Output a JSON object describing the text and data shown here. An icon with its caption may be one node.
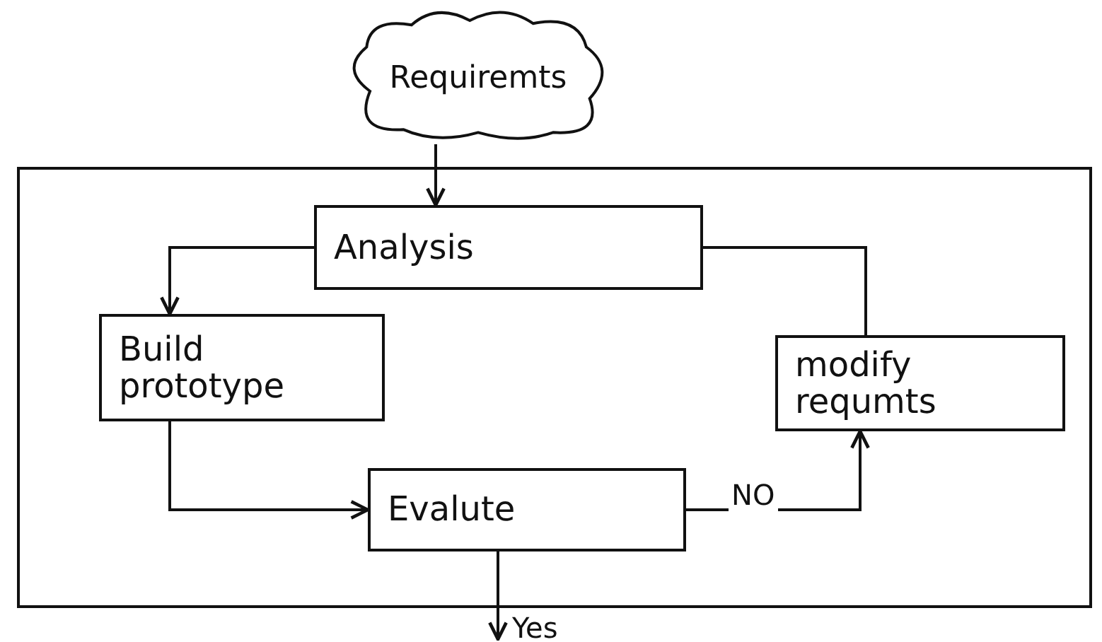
{
  "diagram": {
    "nodes": [
      {
        "text": [],
        "shape": "box"
      },
      {
        "text": [
          "Requiremts"
        ]
      },
      {
        "text": [
          "Analysis"
        ],
        "in": 0
      },
      {
        "text": [
          "Build prototype"
        ],
        "in": 0
      },
      {
        "text": [
          "modify requmts"
        ],
        "in": 0
      },
      {
        "text": [
          "Evalute"
        ],
        "in": 0
      }
    ],
    "edges": [
      {
        "from": 1,
        "to": 2,
        "arrow": "to"
      },
      {
        "from": 2,
        "to": 3,
        "arrow": "to"
      },
      {
        "from": 3,
        "to": 5,
        "arrow": "to"
      },
      {
        "from": 5,
        "to": 4,
        "arrow": "to",
        "label": "NO"
      },
      {
        "from": 4,
        "to": 2,
        "arrow": "none"
      },
      {
        "from": 5,
        "to": null,
        "arrow": "to",
        "label": "Yes"
      }
    ]
  }
}
